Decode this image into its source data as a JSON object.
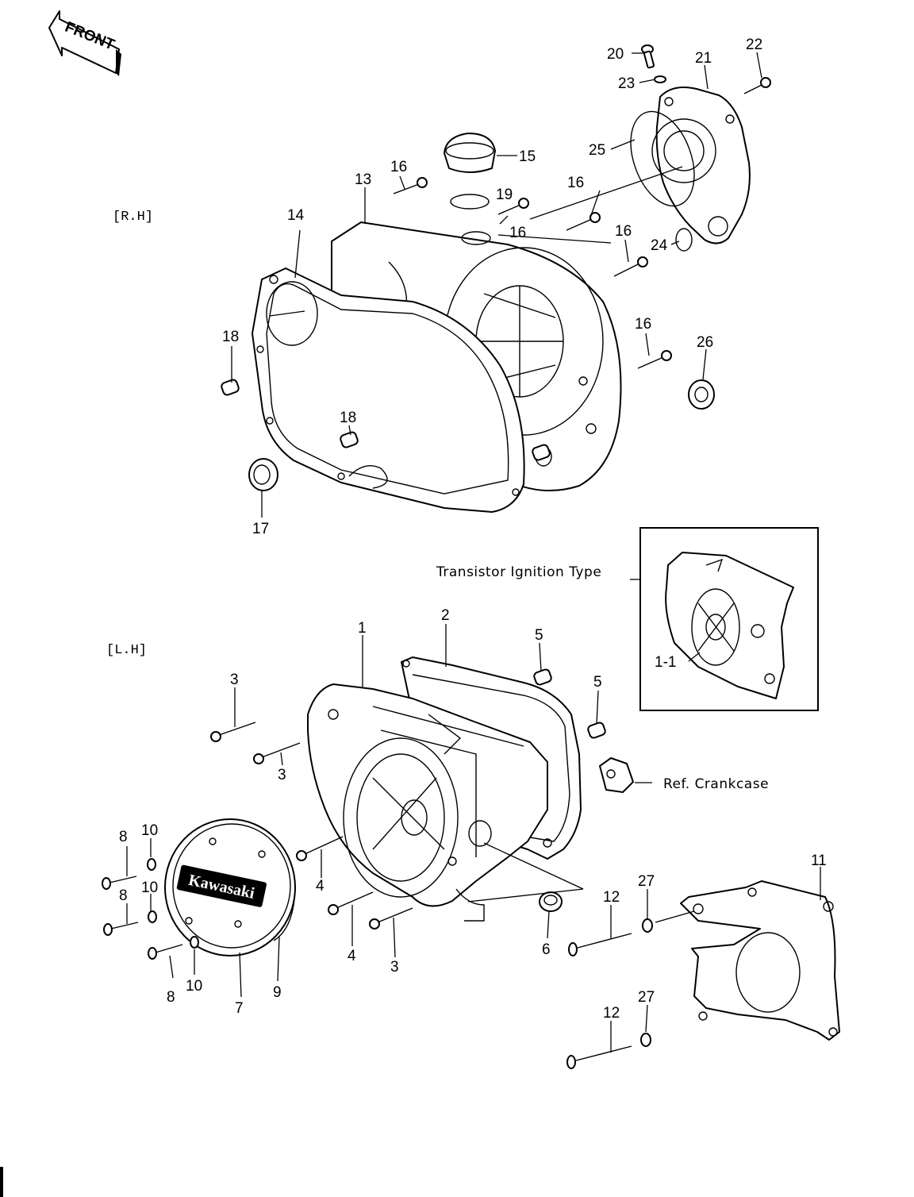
{
  "front_badge": "FRONT",
  "sections": {
    "rh": "[R.H]",
    "lh": "[L.H]"
  },
  "callouts": {
    "transistor": "Transistor Ignition Type",
    "crankcase": "Ref. Crankcase"
  },
  "labels": {
    "p20": "20",
    "p21": "21",
    "p22": "22",
    "p23": "23",
    "p25": "25",
    "p15": "15",
    "p13": "13",
    "p16a": "16",
    "p19": "19",
    "p16b": "16",
    "p16c": "16",
    "p14": "14",
    "p16d": "16",
    "p24": "24",
    "p16e": "16",
    "p26": "26",
    "p18a": "18",
    "p18b": "18",
    "p17": "17",
    "p1_1": "1-1",
    "p1": "1",
    "p2": "2",
    "p5a": "5",
    "p5b": "5",
    "p3a": "3",
    "p3b": "3",
    "p8a": "8",
    "p10a": "10",
    "p8b": "8",
    "p10b": "10",
    "p4a": "4",
    "p4b": "4",
    "p3c": "3",
    "p6": "6",
    "p12a": "12",
    "p27a": "27",
    "p11": "11",
    "p8c": "8",
    "p10c": "10",
    "p7": "7",
    "p9": "9",
    "p12b": "12",
    "p27b": "27"
  },
  "cover_logo": "Kawasaki"
}
